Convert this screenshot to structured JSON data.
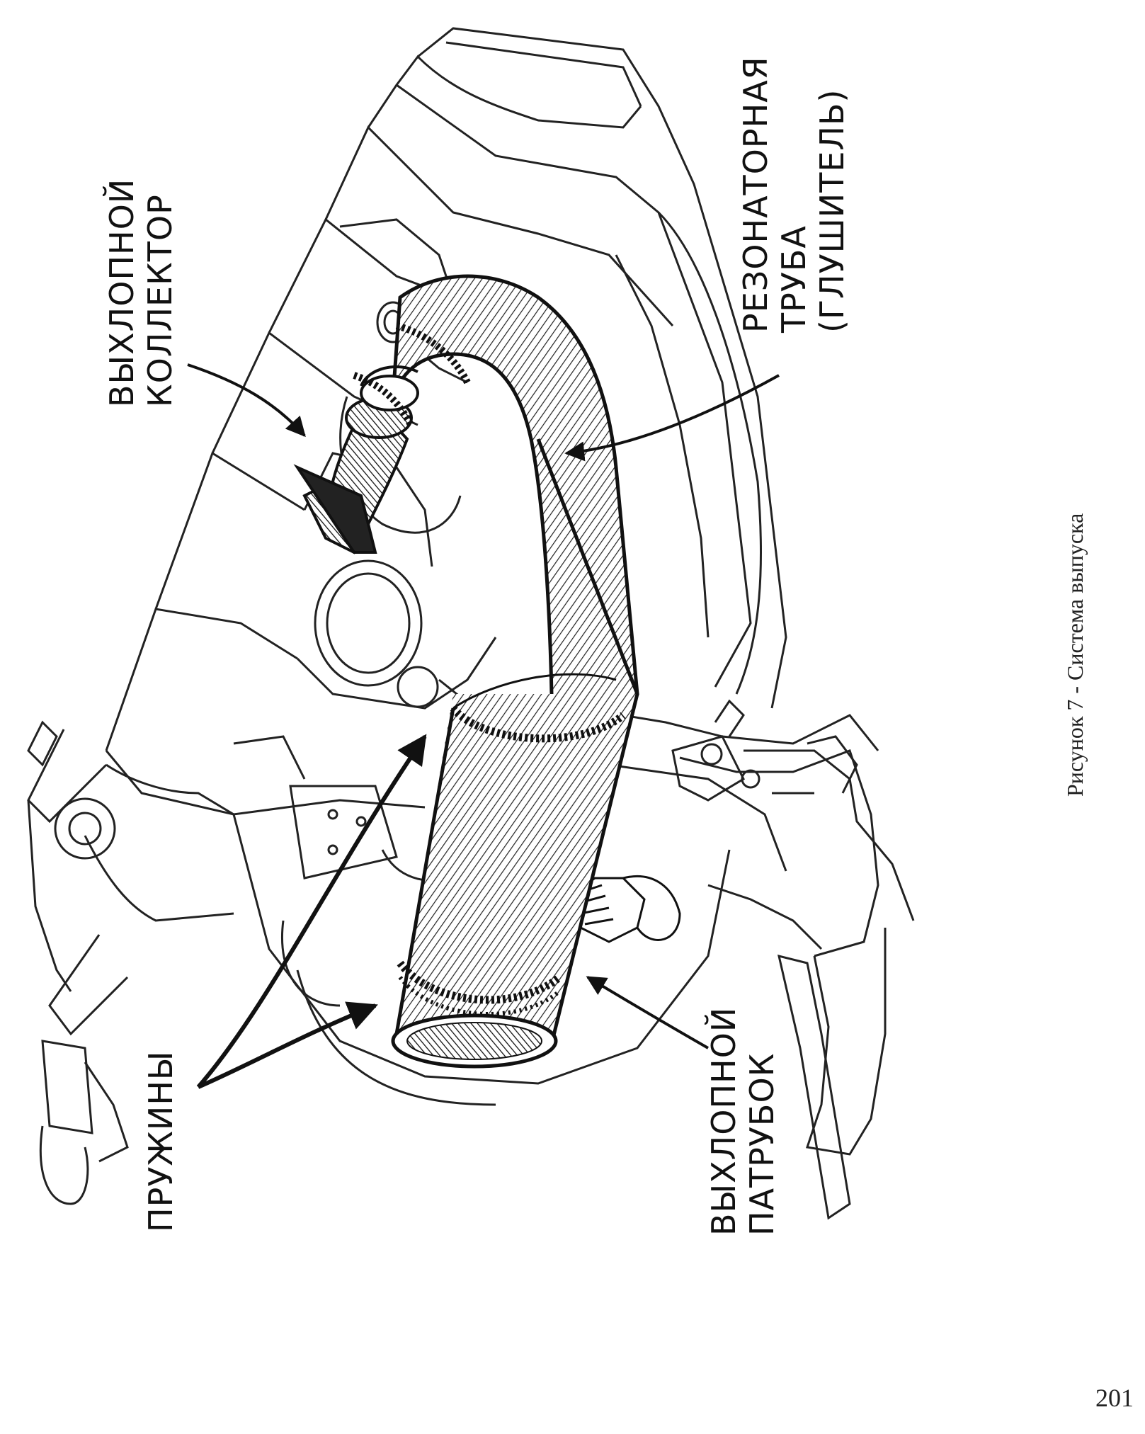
{
  "labels": {
    "collector": [
      "ВЫХЛОПНОЙ",
      "КОЛЛЕКТОР"
    ],
    "resonator": [
      "РЕЗОНАТОРНАЯ",
      "ТРУБА",
      "(ГЛУШИТЕЛЬ)"
    ],
    "springs": "ПРУЖИНЫ",
    "outlet": [
      "ВЫХЛОПНОЙ",
      "ПАТРУБОК"
    ]
  },
  "caption": "Рисунок 7 - Система выпуска",
  "page_number": "201"
}
